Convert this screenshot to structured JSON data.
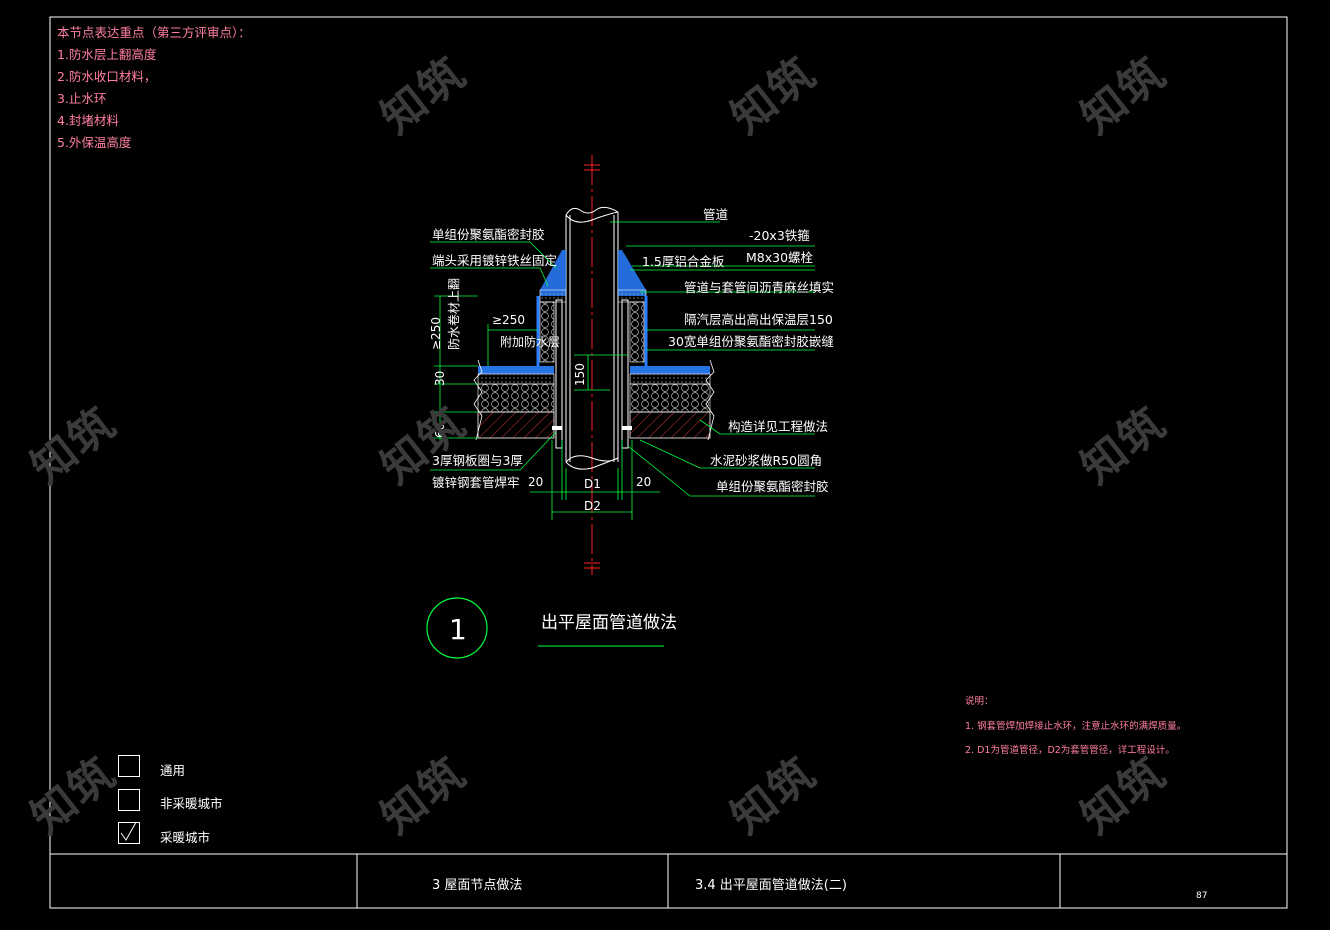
{
  "key_points": {
    "heading": "本节点表达重点（第三方评审点）：",
    "items": [
      "1.防水层上翻高度",
      "2.防水收口材料，",
      "3.止水环",
      "4.封堵材料",
      "5.外保温高度"
    ]
  },
  "watermark": "知筑",
  "labels": {
    "left": [
      "单组份聚氨酯密封胶",
      "端头采用镀锌铁丝固定",
      "3厚钢板圈与3厚",
      "镀锌钢套管焊牢"
    ],
    "right": [
      "管道",
      "-20x3铁箍",
      "M8x30螺栓",
      "1.5厚铝合金板",
      "管道与套管间沥青麻丝填实",
      "隔汽层高出高出保温层150",
      "30宽单组份聚氨酯密封胶嵌缝",
      "构造详见工程做法",
      "水泥砂浆做R50圆角",
      "单组份聚氨酯密封胶"
    ],
    "small_left": "附加防水层",
    "small_vertical": "防水卷材上翻",
    "dims": {
      "ge250_v": "≥250",
      "ge250_h": "≥250",
      "d30": "30",
      "d60": "60",
      "d150": "150",
      "d20_left": "20",
      "d20_right": "20",
      "D1": "D1",
      "D2": "D2"
    }
  },
  "detail": {
    "number": "1",
    "title": "出平屋面管道做法"
  },
  "notes": {
    "heading": "说明：",
    "items": [
      "1. 钢套管焊加焊接止水环，注意止水环的满焊质量。",
      "2. D1为管道管径，D2为套管管径，详工程设计。"
    ]
  },
  "checkboxes": [
    {
      "label": "通用",
      "checked": false
    },
    {
      "label": "非采暖城市",
      "checked": false
    },
    {
      "label": "采暖城市",
      "checked": true
    }
  ],
  "title_block": {
    "section": "3  屋面节点做法",
    "drawing_title": "3.4  出平屋面管道做法(二)",
    "page": "87"
  },
  "colors": {
    "frame": "#ffffff",
    "leader": "#00ff40",
    "center_line": "#ff2020",
    "waterproof": "#2a7fff",
    "key_text": "#ff7fa0"
  }
}
